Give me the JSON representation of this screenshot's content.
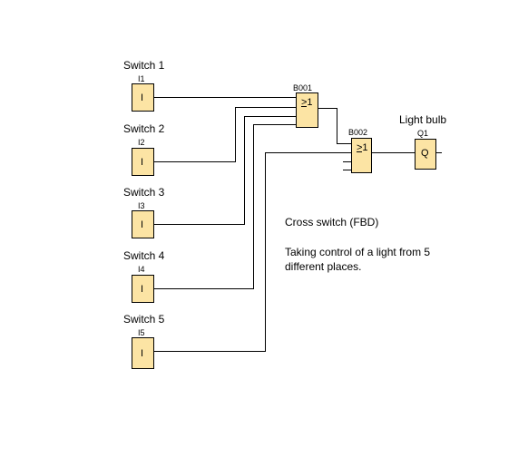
{
  "colors": {
    "block_fill": "#fce4a4",
    "wire": "#000000",
    "background": "#ffffff"
  },
  "inputs": [
    {
      "name": "Switch 1",
      "addr": "I1",
      "symbol": "I"
    },
    {
      "name": "Switch 2",
      "addr": "I2",
      "symbol": "I"
    },
    {
      "name": "Switch 3",
      "addr": "I3",
      "symbol": "I"
    },
    {
      "name": "Switch 4",
      "addr": "I4",
      "symbol": "I"
    },
    {
      "name": "Switch 5",
      "addr": "I5",
      "symbol": "I"
    }
  ],
  "blocks": {
    "b001": {
      "id": "B001",
      "symbol": ">1"
    },
    "b002": {
      "id": "B002",
      "symbol": ">1"
    }
  },
  "output": {
    "name": "Light bulb",
    "addr": "Q1",
    "symbol": "Q"
  },
  "description": {
    "title": "Cross switch (FBD)",
    "line1": "Taking control of a light from 5",
    "line2": "different places."
  }
}
